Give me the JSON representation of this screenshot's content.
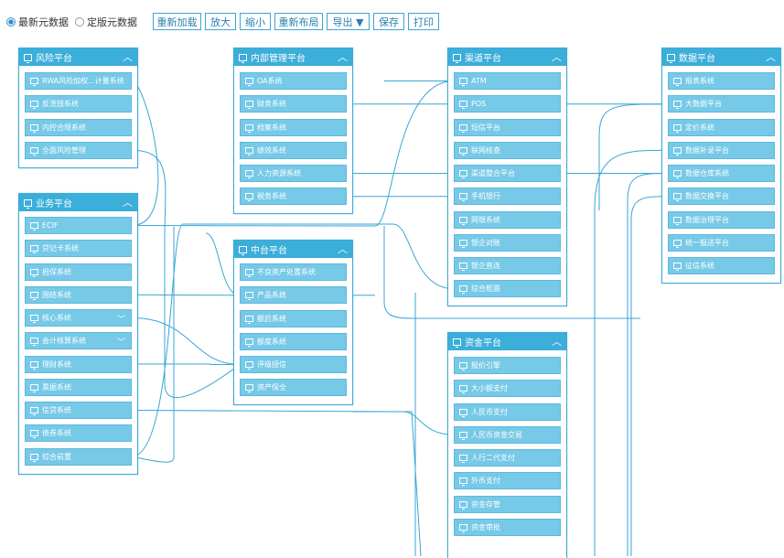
{
  "toolbar": {
    "radio_latest": "最新元数据",
    "radio_final": "定版元数据",
    "reload": "重新加载",
    "zoom_in": "放大",
    "zoom_out": "缩小",
    "relayout": "重新布局",
    "export": "导出 ▼",
    "save": "保存",
    "print": "打印"
  },
  "groups": {
    "risk": {
      "title": "风险平台",
      "items": [
        "RWA风险加权...计量系统",
        "反洗钱系统",
        "内控合规系统",
        "全面风险管理"
      ]
    },
    "business": {
      "title": "业务平台",
      "items": [
        "ECIF",
        "贷记卡系统",
        "担保系统",
        "国结系统",
        "核心系统",
        "会计核算系统",
        "理财系统",
        "票据系统",
        "信贷系统",
        "债券系统",
        "综合前置"
      ]
    },
    "internal": {
      "title": "内部管理平台",
      "items": [
        "OA系统",
        "财务系统",
        "档案系统",
        "绩效系统",
        "人力资源系统",
        "税务系统"
      ]
    },
    "middle": {
      "title": "中台平台",
      "items": [
        "不良资产处置系统",
        "产品系统",
        "额后系统",
        "额度系统",
        "评级授信",
        "资产保全"
      ]
    },
    "channel": {
      "title": "渠道平台",
      "items": [
        "ATM",
        "POS",
        "短信平台",
        "联网核查",
        "渠道整合平台",
        "手机银行",
        "网银系统",
        "银企对账",
        "银企直连",
        "综合柜面"
      ]
    },
    "fund": {
      "title": "资金平台",
      "items": [
        "报价引擎",
        "大小额支付",
        "人民币支付",
        "人民币资金交易",
        "人行二代支付",
        "外币支付",
        "资金存管",
        "资金审批"
      ]
    },
    "data": {
      "title": "数据平台",
      "items": [
        "报表系统",
        "大数据平台",
        "定价系统",
        "数据补录平台",
        "数据仓库系统",
        "数据交换平台",
        "数据治理平台",
        "统一报送平台",
        "征信系统"
      ]
    }
  },
  "colors": {
    "header": "#3baed9",
    "item": "#76c9e7",
    "wire": "#3aa6d4"
  }
}
